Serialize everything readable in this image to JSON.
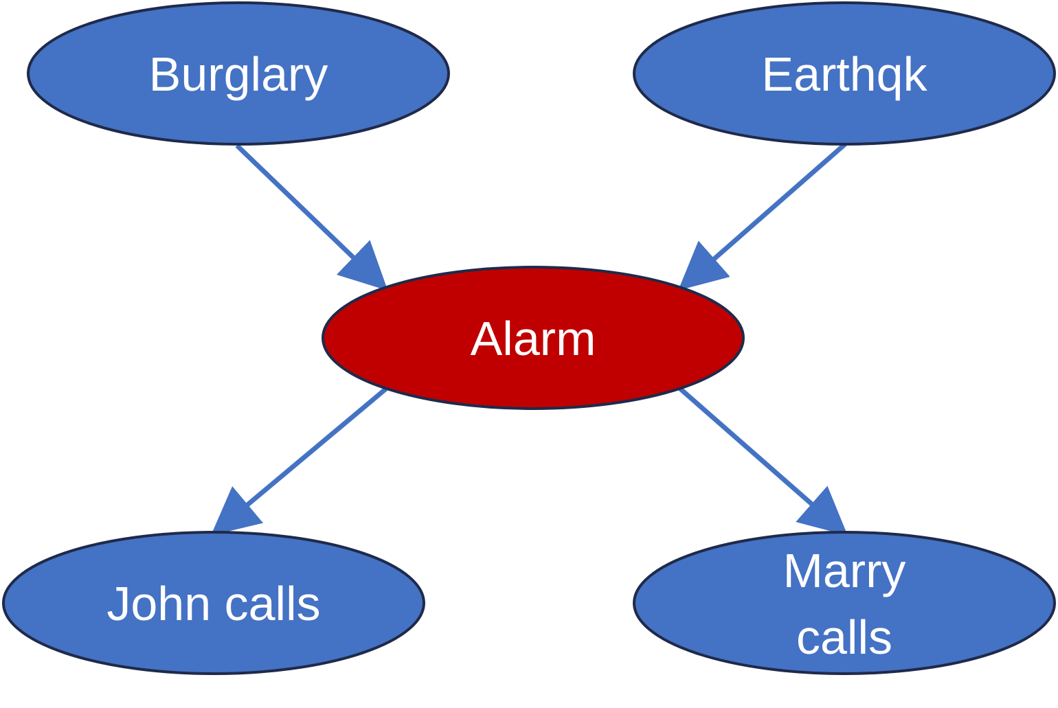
{
  "colors": {
    "parent_node_fill": "#4472C4",
    "alarm_node_fill": "#C00000",
    "node_outline": "#1F2A4A",
    "edge": "#4472C4",
    "label": "#FFFFFF"
  },
  "nodes": {
    "burglary": {
      "label": "Burglary"
    },
    "earthquake": {
      "label": "Earthqk"
    },
    "alarm": {
      "label": "Alarm"
    },
    "john": {
      "label": "John calls"
    },
    "marry": {
      "label_line1": "Marry",
      "label_line2": "calls"
    }
  },
  "edges": [
    {
      "from": "Burglary",
      "to": "Alarm"
    },
    {
      "from": "Earthqk",
      "to": "Alarm"
    },
    {
      "from": "Alarm",
      "to": "John calls"
    },
    {
      "from": "Alarm",
      "to": "Marry calls"
    }
  ]
}
